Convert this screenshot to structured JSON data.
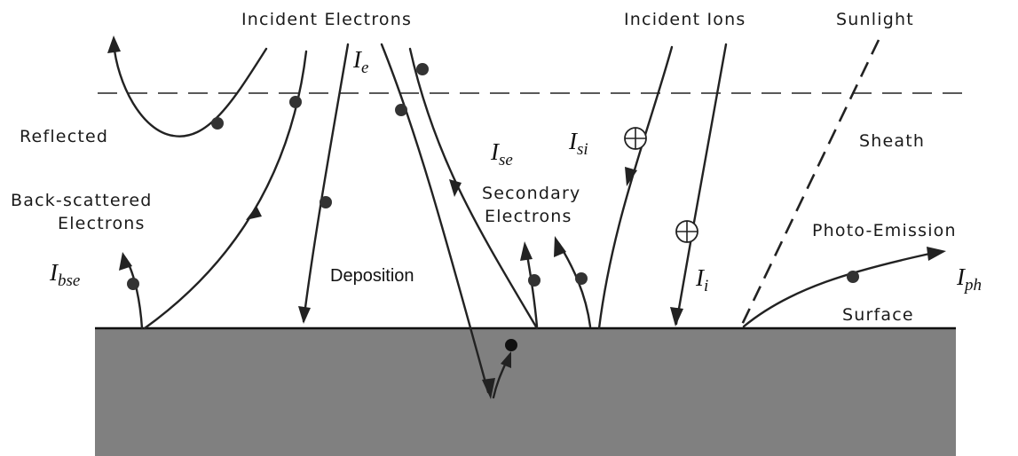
{
  "labels": {
    "incident_electrons": "Incident Electrons",
    "incident_ions": "Incident Ions",
    "sunlight": "Sunlight",
    "reflected": "Reflected",
    "sheath": "Sheath",
    "backscattered_line1": "Back-scattered",
    "backscattered_line2": "Electrons",
    "secondary_line1": "Secondary",
    "secondary_line2": "Electrons",
    "photo_emission": "Photo-Emission",
    "deposition": "Deposition",
    "surface": "Surface"
  },
  "symbols": {
    "ie": {
      "base": "I",
      "sub": "e"
    },
    "ise": {
      "base": "I",
      "sub": "se"
    },
    "isi": {
      "base": "I",
      "sub": "si"
    },
    "ibse": {
      "base": "I",
      "sub": "bse"
    },
    "ii": {
      "base": "I",
      "sub": "i"
    },
    "iph": {
      "base": "I",
      "sub": "ph"
    }
  },
  "colors": {
    "surface_fill": "#808080",
    "ink": "#222222"
  }
}
